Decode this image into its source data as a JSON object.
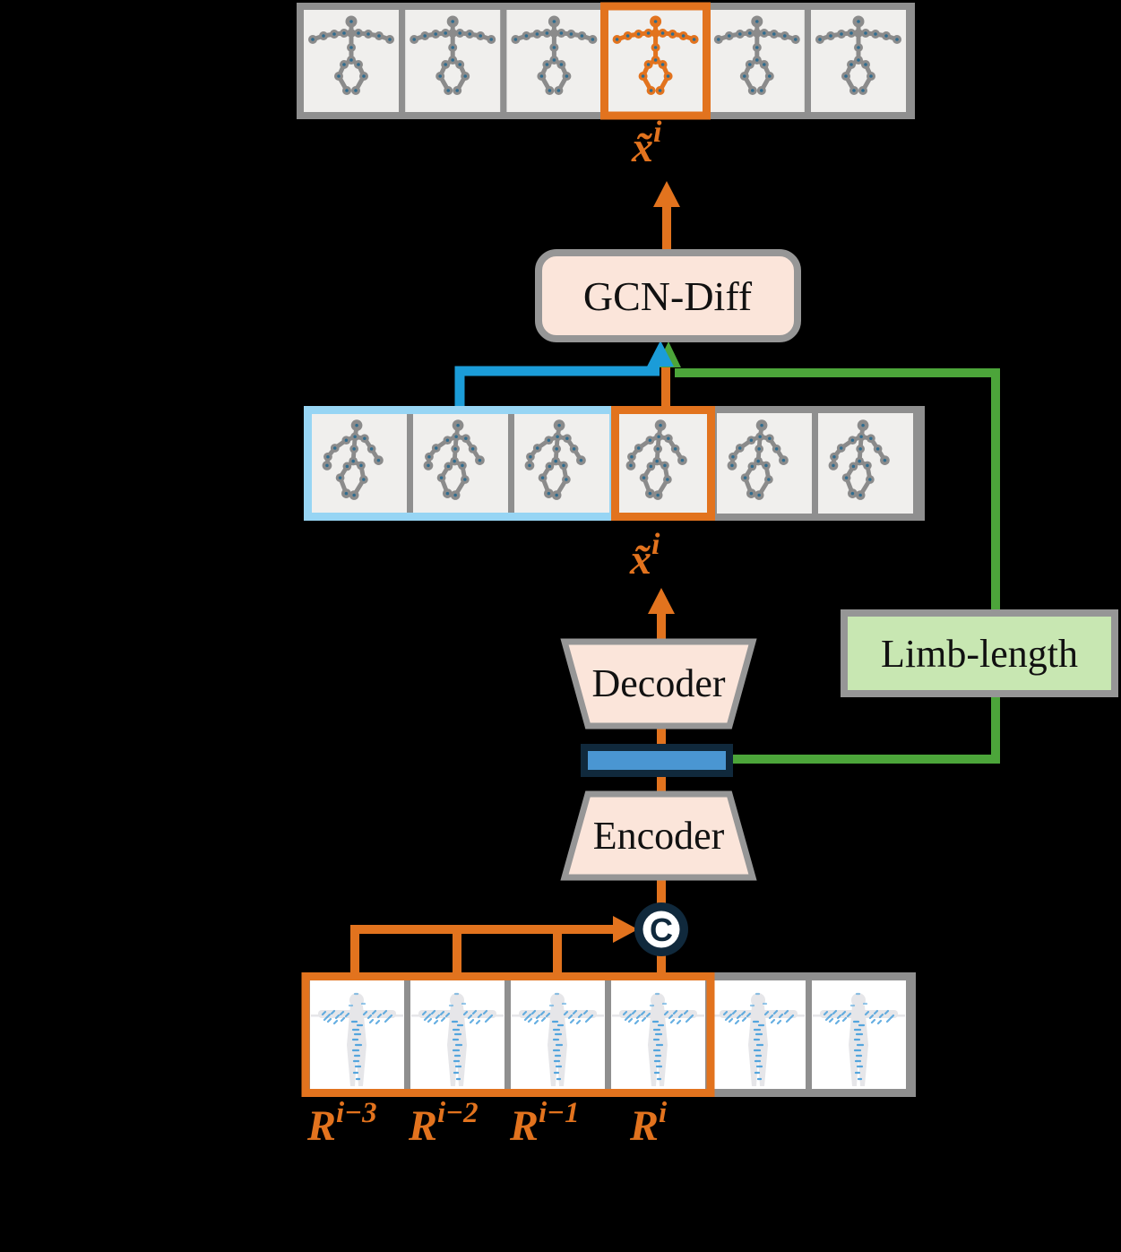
{
  "diagram": {
    "top_output_label": {
      "base": "x̃",
      "sup": "i"
    },
    "recon_label": {
      "base": "x̃",
      "sup": "i"
    },
    "blocks": {
      "gcn": "GCN-Diff",
      "decoder": "Decoder",
      "encoder": "Encoder",
      "limb_length": "Limb-length",
      "concat": "C"
    },
    "radar_labels": [
      {
        "base": "R",
        "sup": "i−3"
      },
      {
        "base": "R",
        "sup": "i−2"
      },
      {
        "base": "R",
        "sup": "i−1"
      },
      {
        "base": "R",
        "sup": "i"
      }
    ],
    "frame_counts": {
      "top_row": 6,
      "middle_row": 6,
      "radar_row": 6
    }
  },
  "colors": {
    "background": "#000000",
    "orange": "#E2731E",
    "blue_line": "#1B9CD8",
    "light_blue_window": "#97D5F4",
    "green": "#4CA53A",
    "navy": "#10293C",
    "latent_blue": "#4A96D2",
    "block_peach": "#FBE5DA",
    "limb_green": "#C8E7B2",
    "box_border_gray": "#969696",
    "frame_border_gray": "#8F8F8F",
    "frame_fill": "#F0EFED",
    "skeleton_gray": "#8B8B8B",
    "joint_dot_teal": "#2F6C8F",
    "radar_blue": "#4DA2DD"
  }
}
